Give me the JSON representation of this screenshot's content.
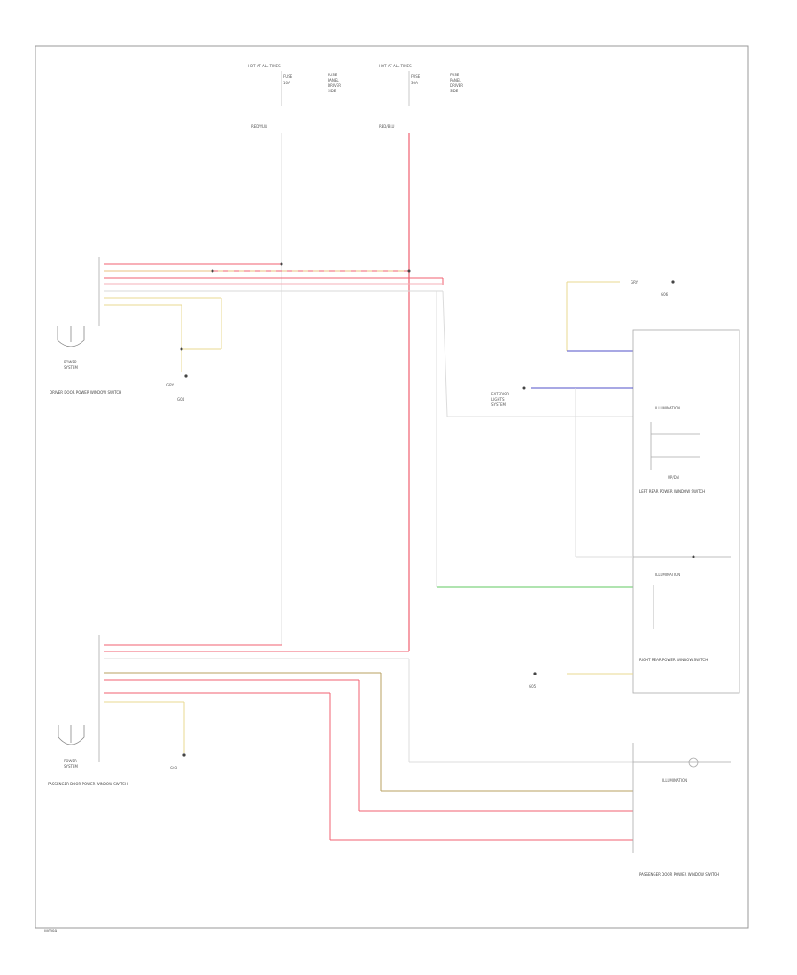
{
  "footer_code": "W0099",
  "fuse_blocks": {
    "left": {
      "label": "HOT AT ALL TIMES"
    },
    "right": {
      "label": "HOT AT ALL TIMES"
    }
  },
  "components": {
    "driver_door_switch": "DRIVER DOOR POWER WINDOW SWITCH",
    "passenger_door_switch": "PASSENGER DOOR POWER WINDOW SWITCH",
    "left_rear_switch": "LEFT REAR POWER WINDOW SWITCH",
    "right_rear_switch": "RIGHT REAR POWER WINDOW SWITCH",
    "passenger_switch_lower": "PASSENGER DOOR POWER WINDOW SWITCH"
  },
  "wire_labels": {
    "top_left": "RED/YLW",
    "top_right": "RED/BLU"
  },
  "colors": {
    "red": "#f06070",
    "pink": "#f5b0b8",
    "yellow": "#e8d890",
    "gray": "#c8c8c8",
    "blue": "#5050c8",
    "green": "#60c860",
    "olive": "#b8a060"
  }
}
